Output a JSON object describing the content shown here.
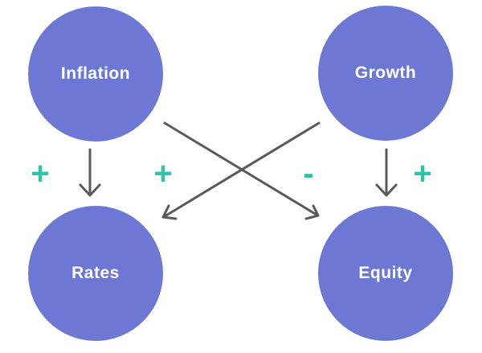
{
  "nodes": {
    "inflation": "Inflation",
    "growth": "Growth",
    "rates": "Rates",
    "equity": "Equity"
  },
  "signs": {
    "inflation_to_rates": "+",
    "growth_to_rates": "+",
    "inflation_to_equity": "-",
    "growth_to_equity": "+"
  },
  "colors": {
    "node_fill": "#6c78d4",
    "node_text": "#ffffff",
    "arrow": "#5a5a5a",
    "sign": "#2ec4a6"
  }
}
